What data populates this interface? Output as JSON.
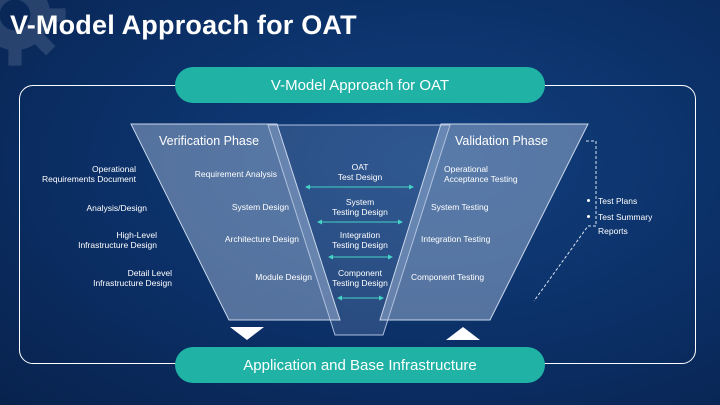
{
  "slide": {
    "title": "V-Model Approach for OAT"
  },
  "banner_top": "V-Model Approach for OAT",
  "banner_bottom": "Application and Base Infrastructure",
  "verification": {
    "title": "Verification Phase",
    "items": [
      "Requirement Analysis",
      "System Design",
      "Architecture Design",
      "Module Design"
    ]
  },
  "validation": {
    "title": "Validation Phase",
    "items": [
      "Operational\nAcceptance Testing",
      "System Testing",
      "Integration Testing",
      "Component Testing"
    ]
  },
  "middle": [
    "OAT\nTest Design",
    "System\nTesting Design",
    "Integration\nTesting Design",
    "Component\nTesting Design"
  ],
  "left_labels": [
    "Operational\nRequirements Document",
    "Analysis/Design",
    "High-Level\nInfrastructure Design",
    "Detail Level\nInfrastructure Design"
  ],
  "outputs": {
    "bullet1": "Test Plans",
    "bullet2_line1": "Test Summary",
    "bullet2_line2": "Reports"
  },
  "colors": {
    "accent": "#1fb2a5",
    "background": "#0b2f66",
    "arrow": "#45d3c6"
  }
}
